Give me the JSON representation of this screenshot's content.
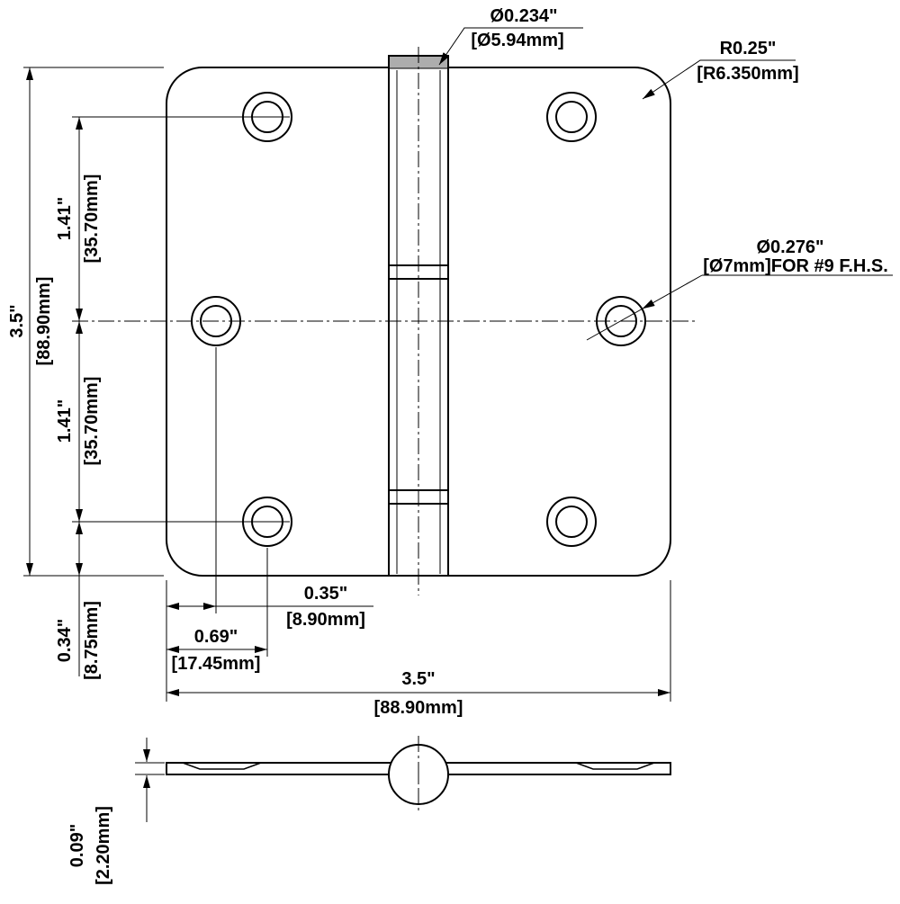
{
  "drawing": {
    "type": "technical-drawing",
    "subject": "door-hinge",
    "views": [
      "front-view",
      "edge-profile-view"
    ],
    "line_color": "#000000",
    "pin_fill_color": "#adadad"
  },
  "labels": {
    "pin_in": "Ø0.234\"",
    "pin_mm": "[Ø5.94mm]",
    "radius_in": "R0.25\"",
    "radius_mm": "[R6.350mm]",
    "hole_in": "Ø0.276\"",
    "hole_mm": "[Ø7mm]FOR #9 F.H.S.",
    "height_in": "3.5\"",
    "height_mm": "[88.90mm]",
    "spacing_upper_in": "1.41\"",
    "spacing_upper_mm": "[35.70mm]",
    "spacing_lower_in": "1.41\"",
    "spacing_lower_mm": "[35.70mm]",
    "edge_in": "0.34\"",
    "edge_mm": "[8.75mm]",
    "inset_a_in": "0.35\"",
    "inset_a_mm": "[8.90mm]",
    "inset_b_in": "0.69\"",
    "inset_b_mm": "[17.45mm]",
    "width_in": "3.5\"",
    "width_mm": "[88.90mm]",
    "thickness_in": "0.09\"",
    "thickness_mm": "[2.20mm]"
  }
}
